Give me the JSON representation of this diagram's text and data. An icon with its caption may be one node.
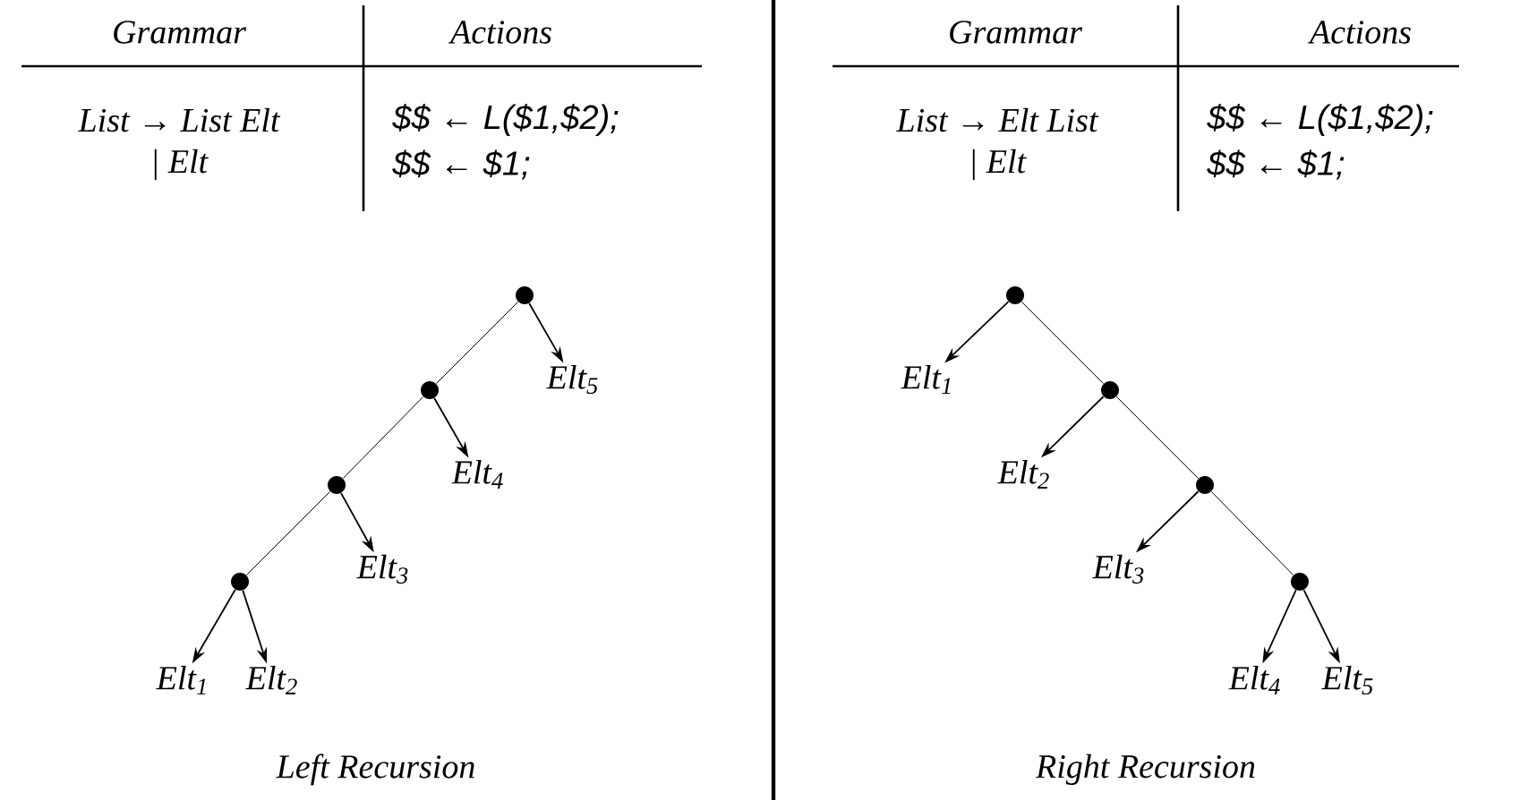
{
  "diagram": {
    "nodes": [
      {
        "text": [],
        "shape": "circle"
      },
      {
        "text": [],
        "shape": "circle"
      },
      {
        "text": [],
        "shape": "circle"
      },
      {
        "text": [],
        "shape": "circle"
      },
      {
        "text": [
          "Elt$_{5}$"
        ]
      },
      {
        "text": [
          "Elt$_{4}$"
        ]
      },
      {
        "text": [
          "Elt$_{3}$"
        ]
      },
      {
        "text": [
          "Elt$_{1}$"
        ]
      },
      {
        "text": [
          "Elt$_{2}$"
        ]
      },
      {
        "text": [],
        "shape": "circle"
      },
      {
        "text": [],
        "shape": "circle"
      },
      {
        "text": [],
        "shape": "circle"
      },
      {
        "text": [],
        "shape": "circle"
      },
      {
        "text": [
          "Elt$_{1}$"
        ]
      },
      {
        "text": [
          "Elt$_{2}$"
        ]
      },
      {
        "text": [
          "Elt$_{3}$"
        ]
      },
      {
        "text": [
          "Elt$_{4}$"
        ]
      },
      {
        "text": [
          "Elt$_{5}$"
        ]
      }
    ],
    "edges": [
      {
        "from": 0,
        "to": 1,
        "arrow": "none"
      },
      {
        "from": 1,
        "to": 2,
        "arrow": "none"
      },
      {
        "from": 2,
        "to": 3,
        "arrow": "none"
      },
      {
        "from": 0,
        "to": 4,
        "arrow": "to"
      },
      {
        "from": 1,
        "to": 5,
        "arrow": "to"
      },
      {
        "from": 2,
        "to": 6,
        "arrow": "to"
      },
      {
        "from": 3,
        "to": 7,
        "arrow": "to"
      },
      {
        "from": 3,
        "to": 8,
        "arrow": "to"
      },
      {
        "from": 9,
        "to": 10,
        "arrow": "none"
      },
      {
        "from": 10,
        "to": 11,
        "arrow": "none"
      },
      {
        "from": 11,
        "to": 12,
        "arrow": "none"
      },
      {
        "from": 9,
        "to": 13,
        "arrow": "to"
      },
      {
        "from": 10,
        "to": 14,
        "arrow": "to"
      },
      {
        "from": 11,
        "to": 15,
        "arrow": "to"
      },
      {
        "from": 12,
        "to": 16,
        "arrow": "to"
      },
      {
        "from": 12,
        "to": 17,
        "arrow": "to"
      }
    ],
    "labels": [
      "Grammar",
      "Actions",
      "List → List Elt",
      "$$ ← L($1,$2);",
      "| Elt",
      "$$ ← $1;",
      "Grammar",
      "Actions",
      "List → Elt List",
      "$$ ← L($1,$2);",
      "| Elt",
      "$$ ← $1;",
      "Left Recursion",
      "Right Recursion"
    ]
  }
}
